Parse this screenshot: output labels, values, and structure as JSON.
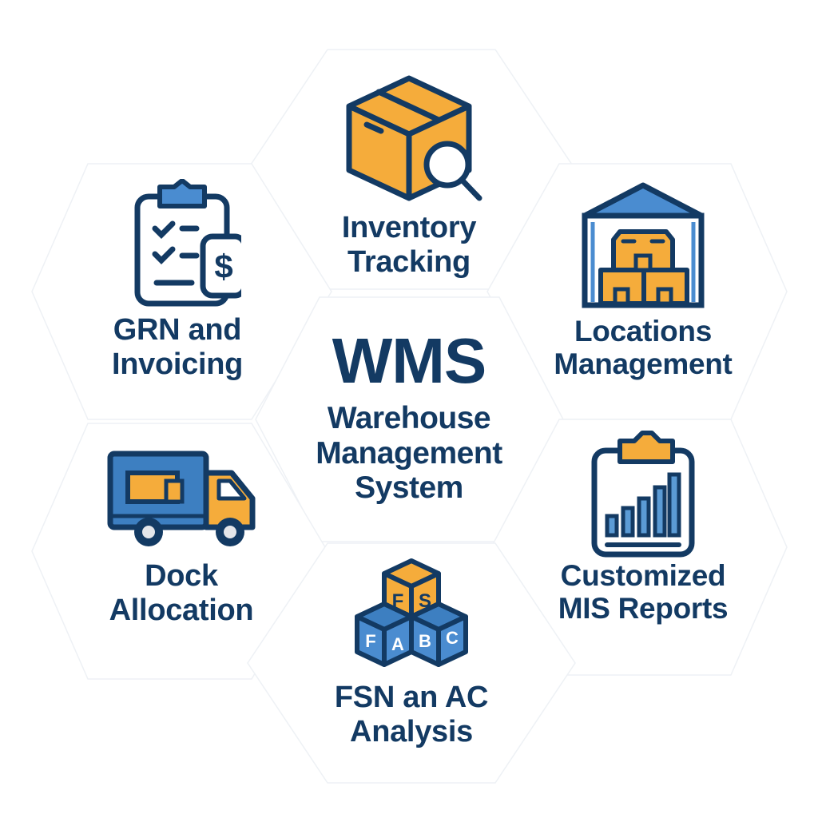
{
  "colors": {
    "navy": "#133a63",
    "orange": "#f5ac3b",
    "blue": "#3d7fc1",
    "light_blue": "#5b9bd5",
    "background": "#ffffff",
    "hex_outline": "#f1f3f6"
  },
  "center": {
    "title": "WMS",
    "subtitle_lines": [
      "Warehouse",
      "Management",
      "System"
    ]
  },
  "features": {
    "inventory": {
      "icon": "box-magnifier-icon",
      "label_lines": [
        "Inventory",
        "Tracking"
      ]
    },
    "grn": {
      "icon": "clipboard-invoice-icon",
      "label_lines": [
        "GRN and",
        "Invoicing"
      ]
    },
    "locations": {
      "icon": "warehouse-boxes-icon",
      "label_lines": [
        "Locations",
        "Management"
      ]
    },
    "dock": {
      "icon": "delivery-truck-icon",
      "label_lines": [
        "Dock",
        "Allocation"
      ]
    },
    "mis": {
      "icon": "clipboard-bar-chart-icon",
      "label_lines": [
        "Customized",
        "MIS Reports"
      ]
    },
    "fsn": {
      "icon": "letter-cubes-icon",
      "cube_letters": {
        "top": [
          "F",
          "S"
        ],
        "bottom": [
          "F",
          "A",
          "B",
          "C"
        ]
      },
      "label_lines": [
        "FSN an AC",
        "Analysis"
      ]
    }
  }
}
